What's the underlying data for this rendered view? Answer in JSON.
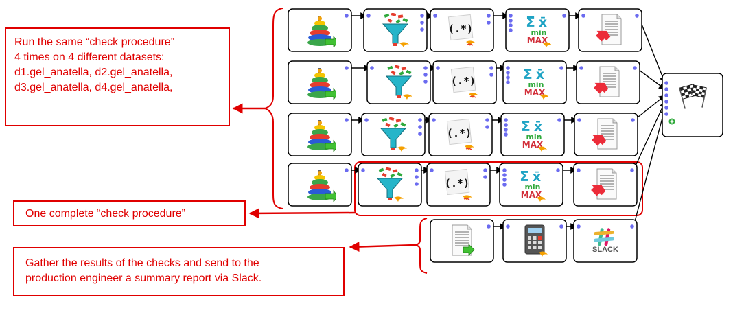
{
  "callouts": {
    "runs": {
      "lines": [
        "Run the same “check procedure”",
        "4 times on 4 different datasets:",
        "d1.gel_anatella, d2.gel_anatella,",
        "d3.gel_anatella, d4.gel_anatella,"
      ]
    },
    "procedure": {
      "text": "One complete “check procedure”"
    },
    "gather": {
      "lines": [
        "Gather the results of the checks and send to the",
        "production engineer a summary report via Slack."
      ]
    }
  },
  "pipeline": {
    "row_steps": [
      "dataset-reader",
      "filter",
      "regex",
      "aggregate",
      "report-writer"
    ],
    "row_count": 4,
    "final_steps": [
      "report-reader",
      "calculator",
      "slack"
    ],
    "slack_label": "SLACK",
    "regex_symbol": "(.*)",
    "aggregate_symbols": {
      "sigma": "Σ",
      "xbar": "x̄",
      "min": "min",
      "max": "MAX"
    }
  },
  "colors": {
    "annotation": "#e00000",
    "port": "#6b6bf0",
    "box_border": "#000000",
    "box_fill": "#ffffff"
  }
}
